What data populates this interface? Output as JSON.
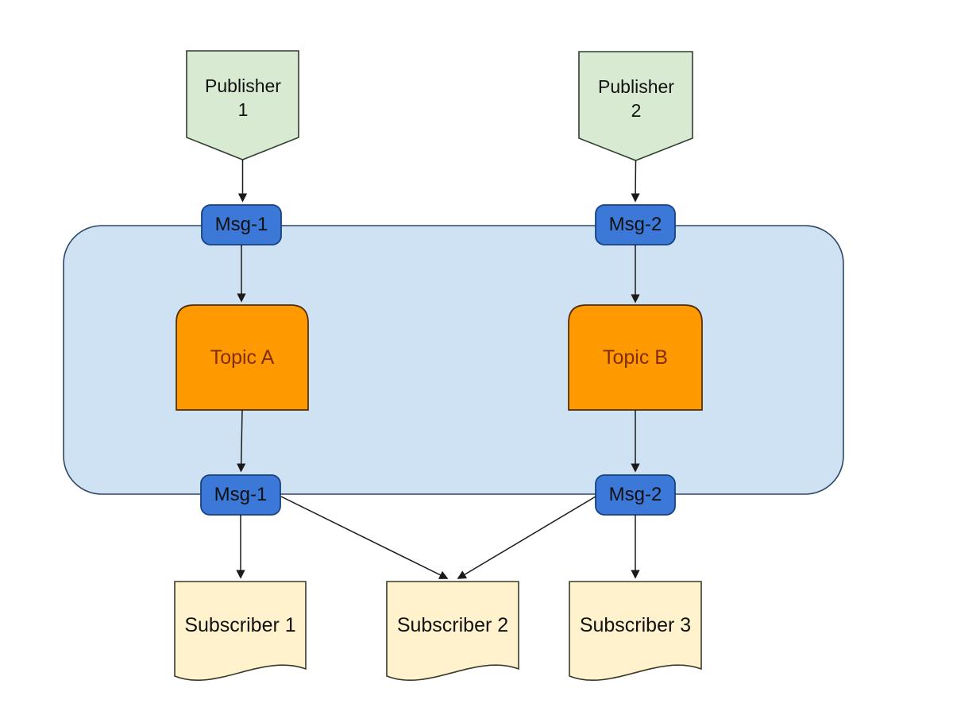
{
  "diagram": {
    "description": "Publish-subscribe messaging diagram: publishers send messages to topics inside a broker, which delivers them to subscribers",
    "nodes": {
      "publisher1": {
        "label": "Publisher 1",
        "type": "publisher"
      },
      "publisher2": {
        "label": "Publisher 2",
        "type": "publisher"
      },
      "msg1_in": {
        "label": "Msg-1",
        "type": "message"
      },
      "msg2_in": {
        "label": "Msg-2",
        "type": "message"
      },
      "topicA": {
        "label": "Topic A",
        "type": "topic"
      },
      "topicB": {
        "label": "Topic B",
        "type": "topic"
      },
      "msg1_out": {
        "label": "Msg-1",
        "type": "message"
      },
      "msg2_out": {
        "label": "Msg-2",
        "type": "message"
      },
      "subscriber1": {
        "label": "Subscriber 1",
        "type": "subscriber"
      },
      "subscriber2": {
        "label": "Subscriber 2",
        "type": "subscriber"
      },
      "subscriber3": {
        "label": "Subscriber 3",
        "type": "subscriber"
      }
    },
    "edges": [
      {
        "from": "Publisher 1",
        "to": "Msg-1 (incoming)"
      },
      {
        "from": "Msg-1 (incoming)",
        "to": "Topic A"
      },
      {
        "from": "Topic A",
        "to": "Msg-1 (outgoing)"
      },
      {
        "from": "Msg-1 (outgoing)",
        "to": "Subscriber 1"
      },
      {
        "from": "Msg-1 (outgoing)",
        "to": "Subscriber 2"
      },
      {
        "from": "Publisher 2",
        "to": "Msg-2 (incoming)"
      },
      {
        "from": "Msg-2 (incoming)",
        "to": "Topic B"
      },
      {
        "from": "Topic B",
        "to": "Msg-2 (outgoing)"
      },
      {
        "from": "Msg-2 (outgoing)",
        "to": "Subscriber 2"
      },
      {
        "from": "Msg-2 (outgoing)",
        "to": "Subscriber 3"
      }
    ],
    "colors": {
      "publisher_fill": "#d9ead3",
      "broker_fill": "#cfe2f3",
      "topic_fill": "#ff9900",
      "msg_fill": "#3c78d8",
      "subscriber_fill": "#fff2cc",
      "topic_text": "#7f2d0c",
      "arrow": "#1a1a1a"
    }
  }
}
